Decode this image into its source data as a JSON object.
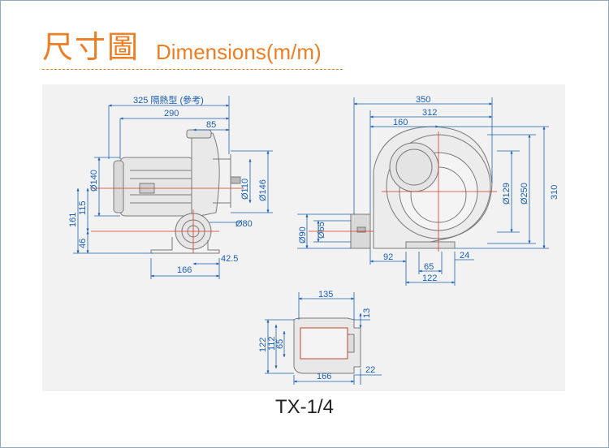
{
  "header": {
    "title_cn": "尺寸圖",
    "title_en": "Dimensions(m/m)"
  },
  "colors": {
    "accent": "#ef7d22",
    "dimension_line": "#1a5fb4",
    "outline": "#7a7a7a",
    "red_line": "#d9391f",
    "panel_bg": "#f2f2f2"
  },
  "side_view": {
    "dim_325": "325 隔熱型 (參考)",
    "dim_290": "290",
    "dim_85": "85",
    "dim_140": "Ø140",
    "dim_110": "Ø110",
    "dim_146": "Ø146",
    "dim_80": "Ø80",
    "dim_161": "161",
    "dim_115": "115",
    "dim_46": "46",
    "dim_166": "166",
    "dim_42_5": "42.5"
  },
  "front_view": {
    "dim_350": "350",
    "dim_312": "312",
    "dim_160": "160",
    "dim_129": "Ø129",
    "dim_250": "Ø250",
    "dim_310": "310",
    "dim_90": "Ø90",
    "dim_65": "Ø65",
    "dim_92": "92",
    "dim_24": "24",
    "dim_65b": "65",
    "dim_122": "122"
  },
  "base_view": {
    "dim_135": "135",
    "dim_13": "13",
    "dim_122": "122",
    "dim_112": "112",
    "dim_65": "65",
    "dim_166": "166",
    "dim_22": "22"
  },
  "model": "TX-1/4"
}
